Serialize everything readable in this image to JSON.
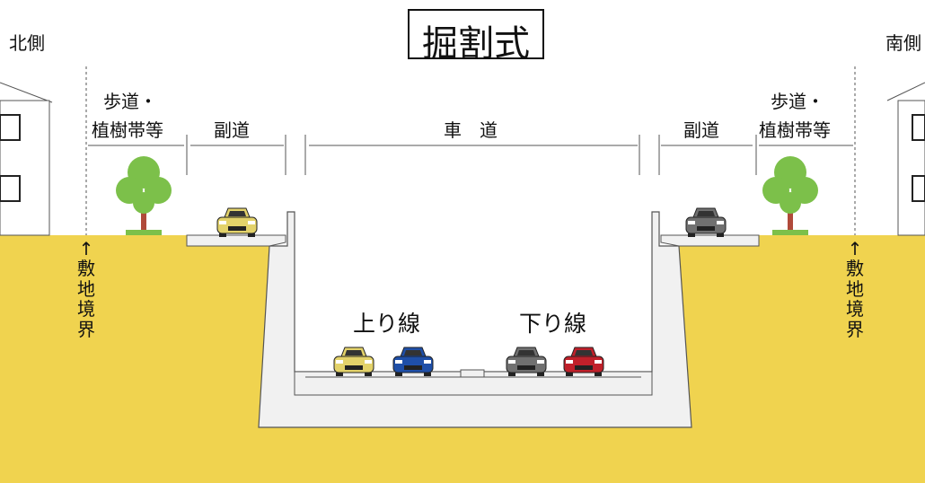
{
  "title": "掘割式",
  "sides": {
    "north": "北側",
    "south": "南側"
  },
  "zones": {
    "sidewalk_line1": "歩道・",
    "sidewalk_line2": "植樹帯等",
    "side_road": "副道",
    "roadway": "車　道"
  },
  "boundary": {
    "arrow": "↑",
    "label": [
      "敷",
      "地",
      "境",
      "界"
    ]
  },
  "lanes": {
    "up": "上り線",
    "down": "下り線"
  },
  "colors": {
    "ground": "#f0d34f",
    "concrete": "#f1f1f1",
    "outline": "#555555",
    "tree_leaf": "#7cc04a",
    "tree_trunk": "#b04a3a",
    "car_yellow": "#e3d26a",
    "car_blue": "#1f4fa8",
    "car_gray": "#707070",
    "car_red": "#c0202a"
  }
}
